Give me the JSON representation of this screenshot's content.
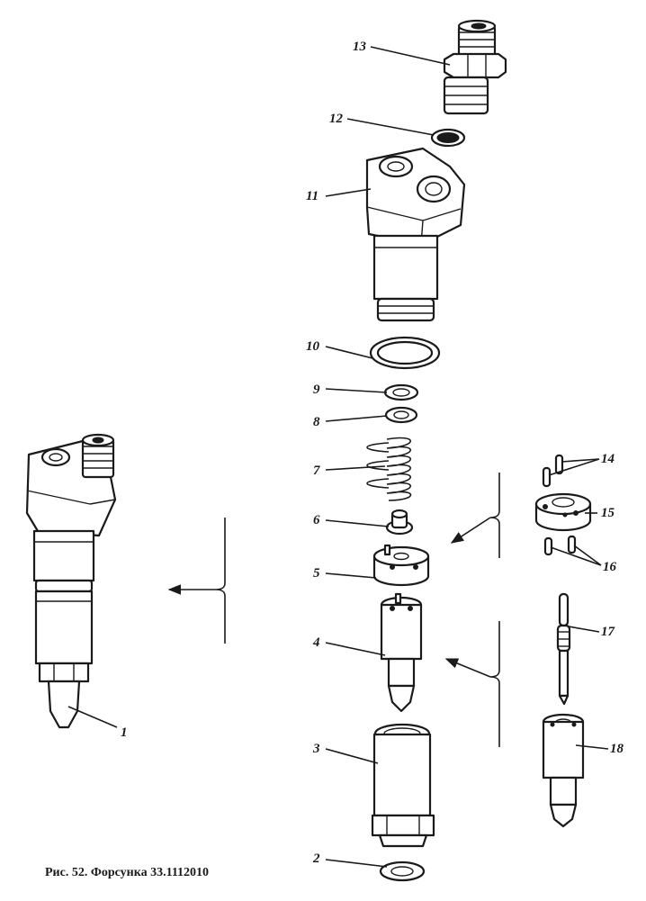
{
  "caption": "Рис. 52. Форсунка 33.1112010",
  "labels": [
    "1",
    "2",
    "3",
    "4",
    "5",
    "6",
    "7",
    "8",
    "9",
    "10",
    "11",
    "12",
    "13",
    "14",
    "15",
    "16",
    "17",
    "18"
  ]
}
